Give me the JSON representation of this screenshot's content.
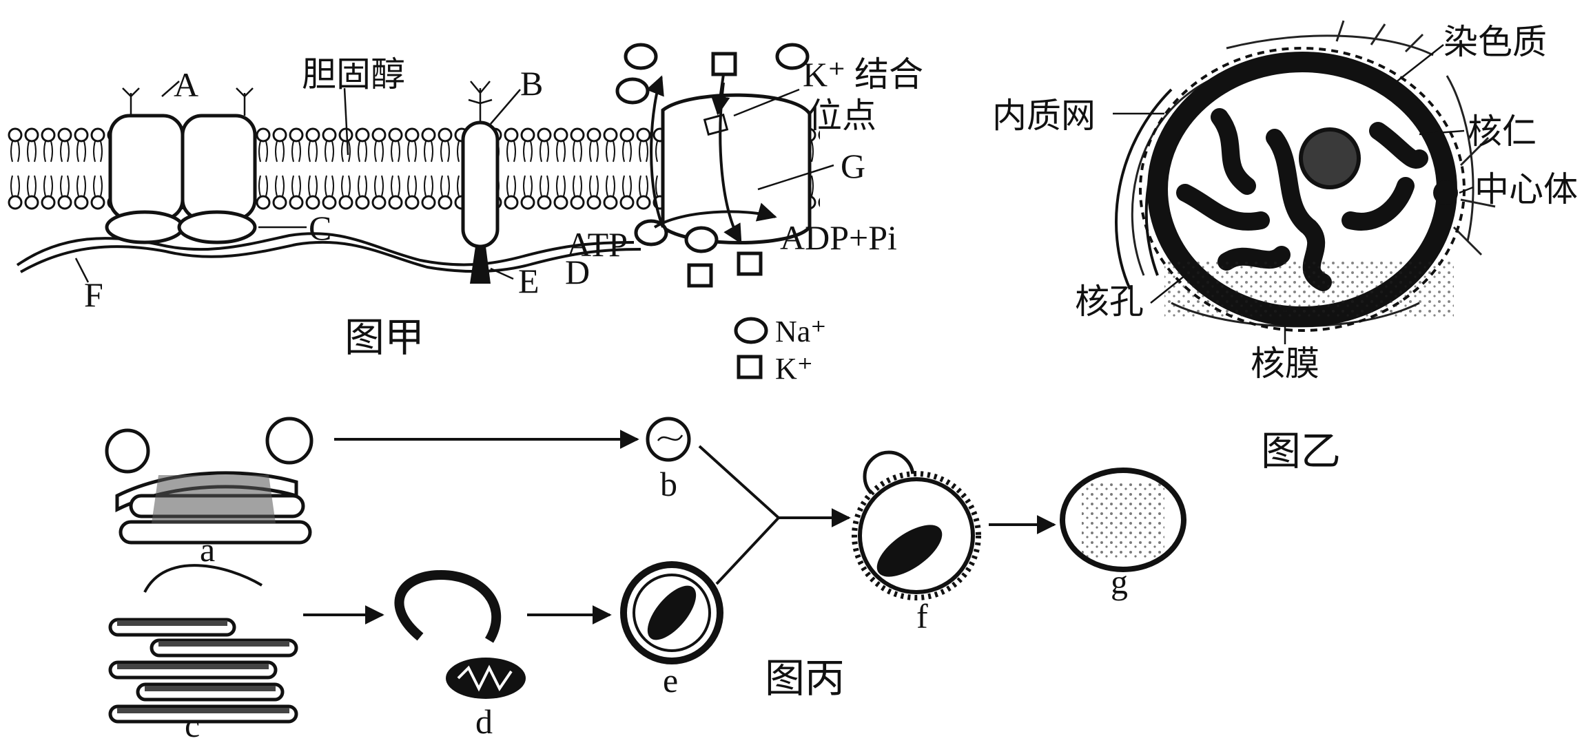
{
  "figure_jia": {
    "caption": "图甲",
    "labels": {
      "A": "A",
      "B": "B",
      "C": "C",
      "D": "D",
      "E": "E",
      "F": "F",
      "G": "G",
      "cholesterol": "胆固醇",
      "k_binding": "K⁺ 结合",
      "k_binding_site": "位点",
      "atp": "ATP",
      "adp_pi": "ADP+Pi"
    },
    "legend": {
      "na": "Na⁺",
      "k": "K⁺"
    }
  },
  "figure_yi": {
    "caption": "图乙",
    "labels": {
      "chromatin": "染色质",
      "er": "内质网",
      "nucleolus": "核仁",
      "centrosome": "中心体",
      "nuclear_pore": "核孔",
      "nuclear_membrane": "核膜"
    }
  },
  "figure_bing": {
    "caption": "图丙",
    "labels": {
      "a": "a",
      "b": "b",
      "c": "c",
      "d": "d",
      "e": "e",
      "f": "f",
      "g": "g"
    }
  }
}
